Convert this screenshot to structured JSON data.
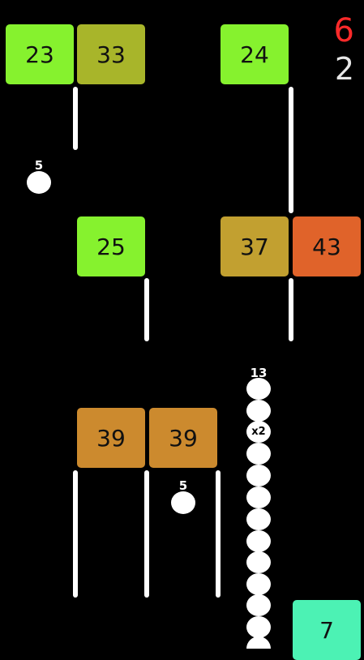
{
  "hud": {
    "best": "6",
    "score": "2"
  },
  "blocks": [
    {
      "value": "23",
      "color": "#86f22e"
    },
    {
      "value": "33",
      "color": "#a8b52a"
    },
    {
      "value": "24",
      "color": "#86f22e"
    },
    {
      "value": "25",
      "color": "#86f22e"
    },
    {
      "value": "37",
      "color": "#c2a030"
    },
    {
      "value": "43",
      "color": "#e0632a"
    },
    {
      "value": "39",
      "color": "#cc8a2e"
    },
    {
      "value": "39",
      "color": "#cc8a2e"
    },
    {
      "value": "7",
      "color": "#4cf2b4"
    }
  ],
  "pickups": [
    {
      "value": "5"
    },
    {
      "value": "5"
    }
  ],
  "snake": {
    "length": "13",
    "multiplier": "x2"
  }
}
